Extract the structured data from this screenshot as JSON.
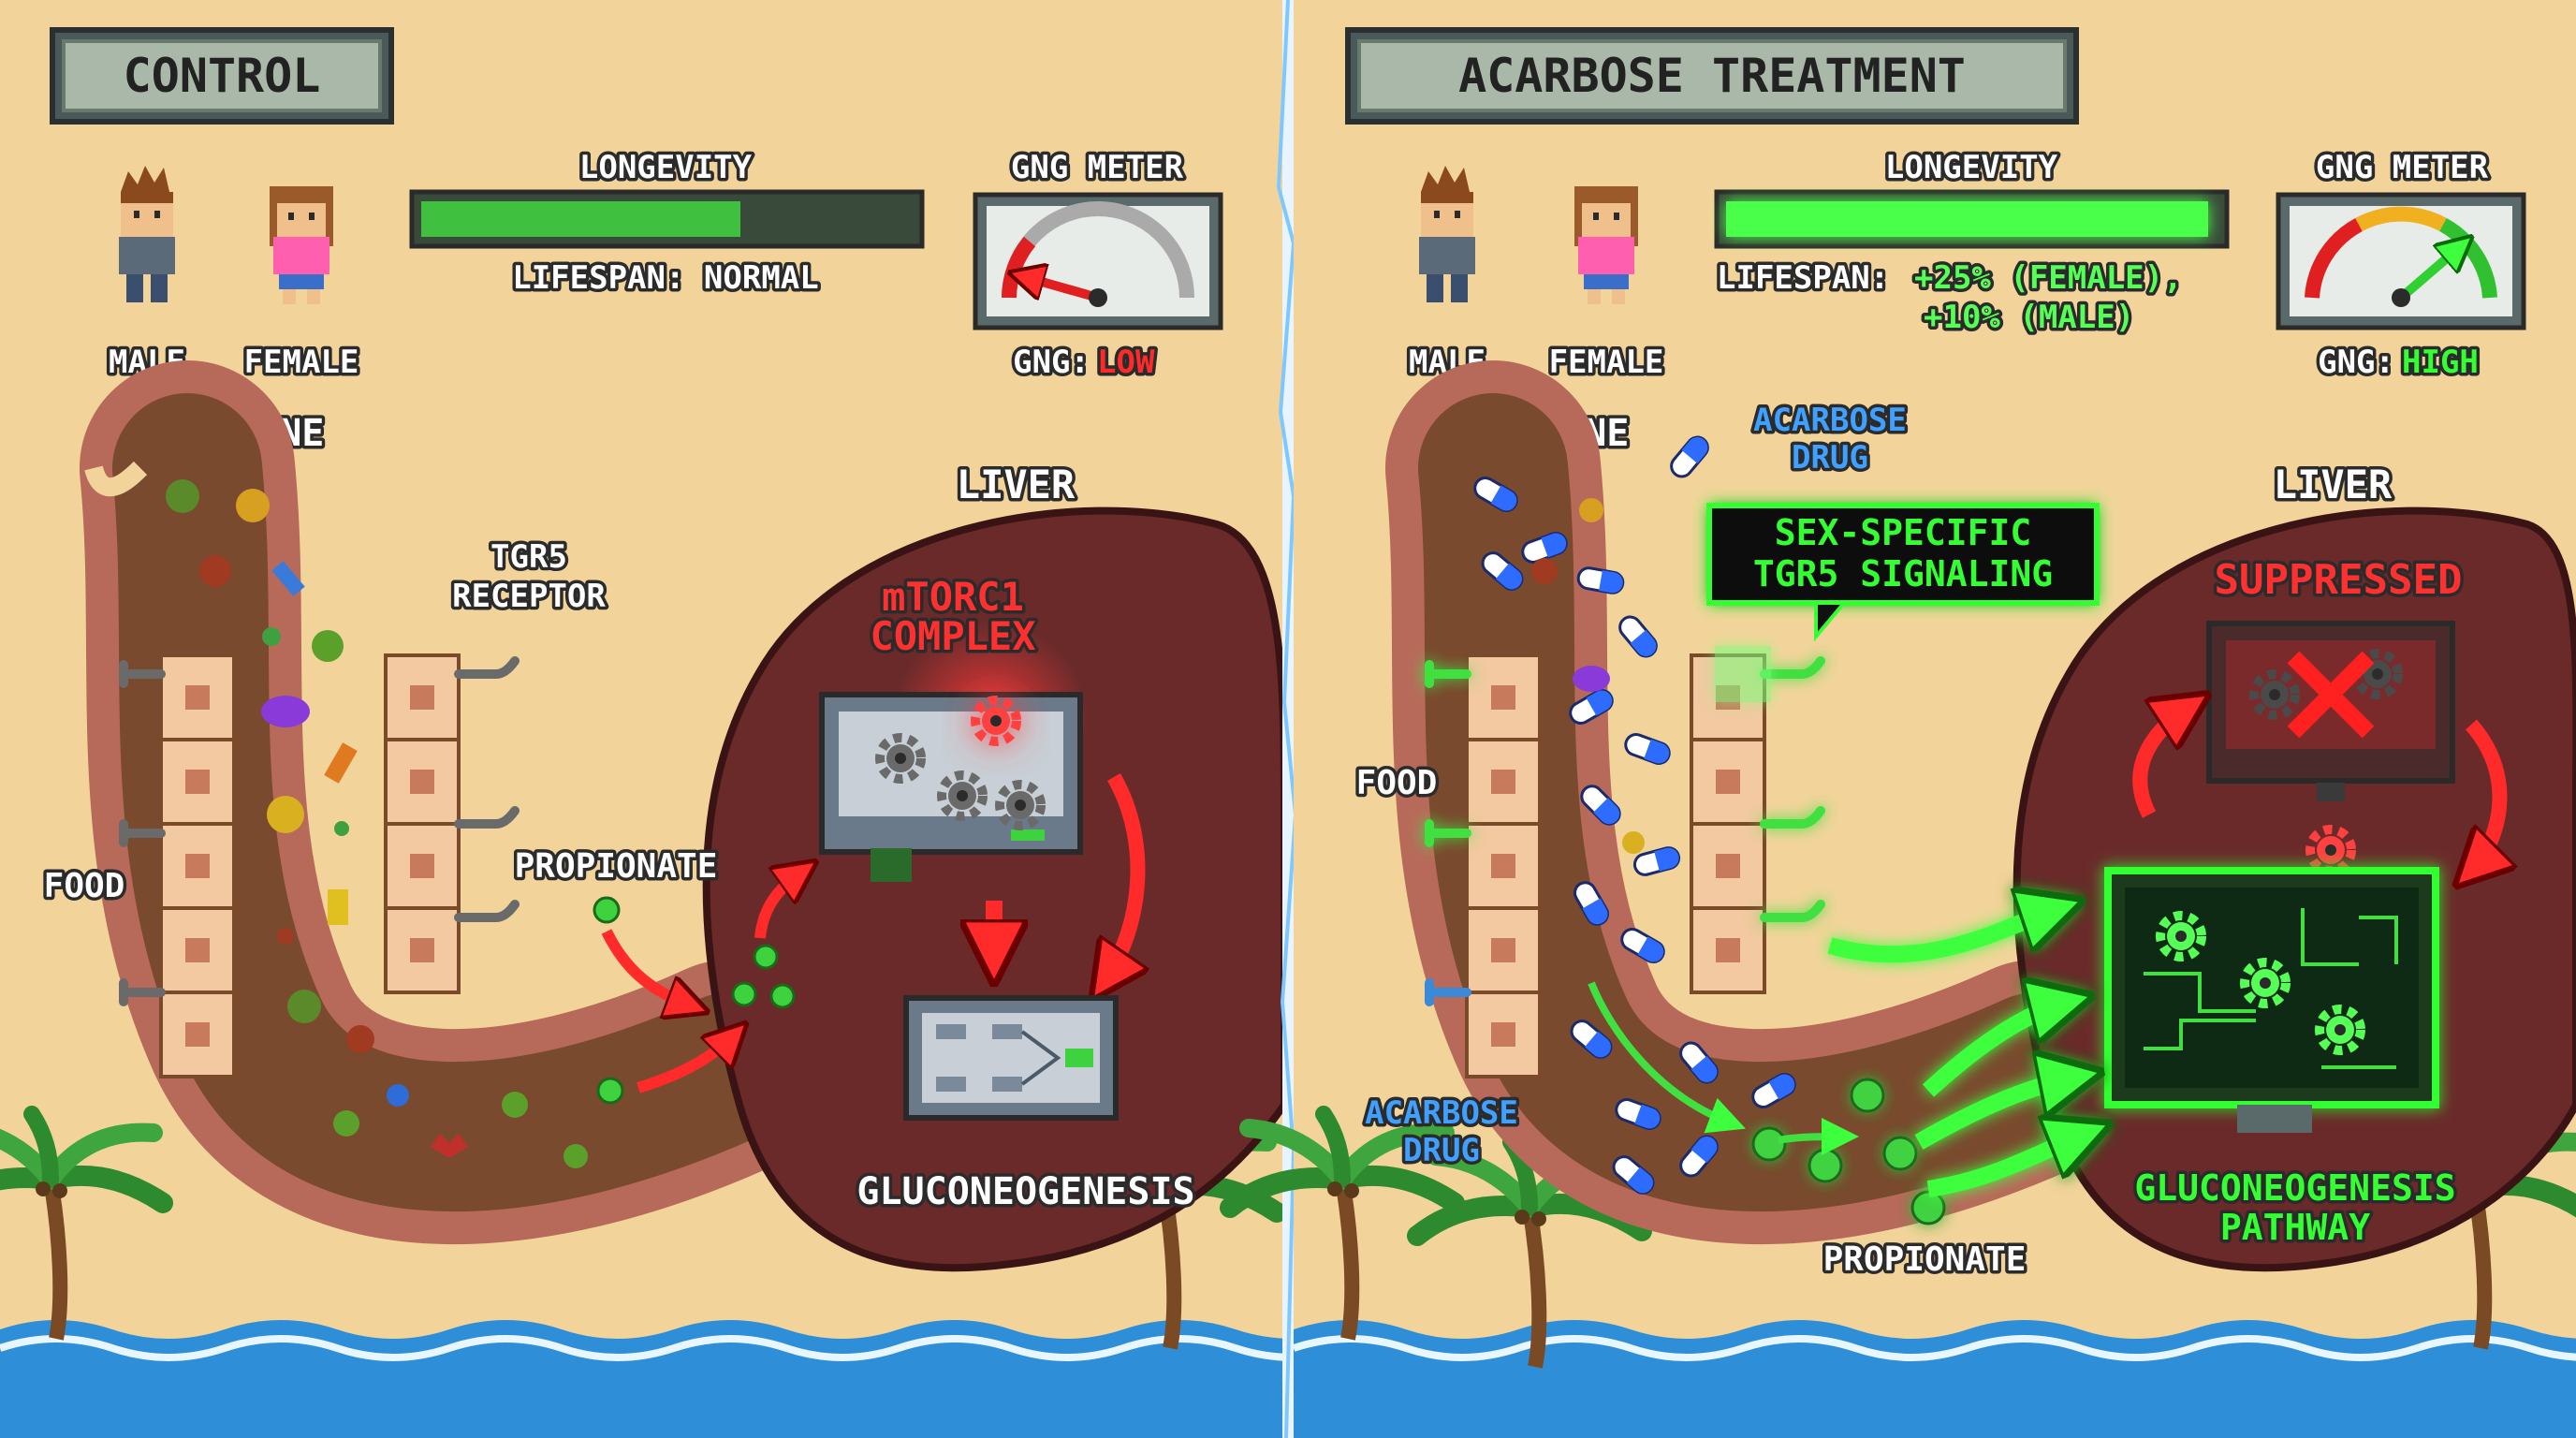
{
  "colors": {
    "sand": "#f2d49a",
    "liver": "#6a2a2a",
    "intestine": "#8a5a3c",
    "alert_red": "#ff2a2a",
    "signal_green": "#33ff33",
    "drug_blue": "#2e86ff",
    "water": "#2f8ed8"
  },
  "control": {
    "title": "CONTROL",
    "longevity_label": "LONGEVITY",
    "longevity_level": 0.65,
    "lifespan_text": "LIFESPAN: NORMAL",
    "gng_meter_label": "GNG METER",
    "gng_prefix": "GNG:",
    "gng_value": "LOW",
    "male_label": "MALE",
    "female_label": "FEMALE",
    "intestine_label": "INTESTINE",
    "tgr5_label_1": "TGR5",
    "tgr5_label_2": "RECEPTOR",
    "food_label": "FOOD",
    "propionate_label": "PROPIONATE",
    "liver_label": "LIVER",
    "mtorc1_label_1": "mTORC1",
    "mtorc1_label_2": "COMPLEX",
    "gluconeogenesis_label": "GLUCONEOGENESIS"
  },
  "acarbose": {
    "title": "ACARBOSE TREATMENT",
    "longevity_label": "LONGEVITY",
    "longevity_level": 0.98,
    "lifespan_prefix": "LIFESPAN:",
    "lifespan_female": "+25% (FEMALE),",
    "lifespan_male": "+10% (MALE)",
    "gng_meter_label": "GNG METER",
    "gng_prefix": "GNG:",
    "gng_value": "HIGH",
    "male_label": "MALE",
    "female_label": "FEMALE",
    "intestine_label": "INTESTINE",
    "drug_label_1": "ACARBOSE",
    "drug_label_2": "DRUG",
    "signal_label_1": "SEX-SPECIFIC",
    "signal_label_2": "TGR5 SIGNALING",
    "food_label": "FOOD",
    "drug_bottom_label_1": "ACARBOSE",
    "drug_bottom_label_2": "DRUG",
    "propionate_label": "PROPIONATE",
    "liver_label": "LIVER",
    "suppressed_label": "SUPPRESSED",
    "gng_pathway_label_1": "GLUCONEOGENESIS",
    "gng_pathway_label_2": "PATHWAY"
  }
}
